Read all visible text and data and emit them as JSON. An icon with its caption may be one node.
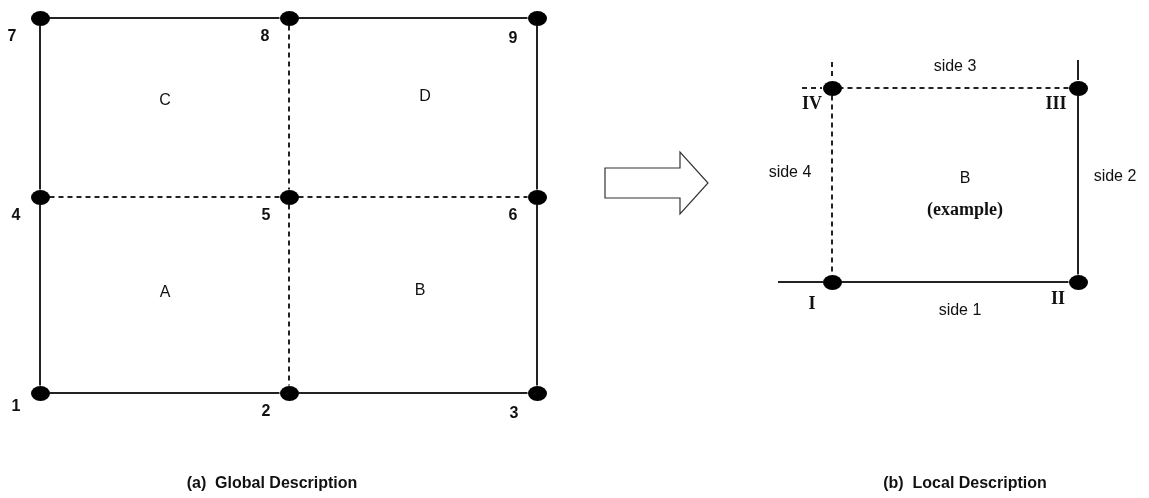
{
  "diagram": {
    "nodes": [
      {
        "text": [],
        "shape": "circle",
        "beside": [
          "7"
        ]
      },
      {
        "text": [],
        "shape": "circle",
        "beside": [
          "8"
        ]
      },
      {
        "text": [],
        "shape": "circle",
        "beside": [
          "9"
        ]
      },
      {
        "text": [],
        "shape": "circle",
        "beside": [
          "4"
        ]
      },
      {
        "text": [],
        "shape": "circle",
        "beside": [
          "5"
        ]
      },
      {
        "text": [],
        "shape": "circle",
        "beside": [
          "6"
        ]
      },
      {
        "text": [],
        "shape": "circle",
        "beside": [
          "1"
        ]
      },
      {
        "text": [],
        "shape": "circle",
        "beside": [
          "2"
        ]
      },
      {
        "text": [],
        "shape": "circle",
        "beside": [
          "3"
        ]
      },
      {
        "text": [],
        "shape": "circle",
        "beside": [
          "IV"
        ]
      },
      {
        "text": [],
        "shape": "circle",
        "beside": [
          "III"
        ]
      },
      {
        "text": [],
        "shape": "circle",
        "beside": [
          "I"
        ]
      },
      {
        "text": [],
        "shape": "circle",
        "beside": [
          "II"
        ]
      }
    ],
    "edges": [
      {
        "from": 0,
        "to": 1,
        "arrow": "none"
      },
      {
        "from": 1,
        "to": 2,
        "arrow": "none"
      },
      {
        "from": 0,
        "to": 3,
        "arrow": "none"
      },
      {
        "from": 3,
        "to": 6,
        "arrow": "none"
      },
      {
        "from": 2,
        "to": 5,
        "arrow": "none"
      },
      {
        "from": 5,
        "to": 8,
        "arrow": "none"
      },
      {
        "from": 6,
        "to": 7,
        "arrow": "none"
      },
      {
        "from": 7,
        "to": 8,
        "arrow": "none"
      },
      {
        "from": 1,
        "to": 4,
        "arrow": "none",
        "style": "dashed"
      },
      {
        "from": 4,
        "to": 7,
        "arrow": "none",
        "style": "dashed"
      },
      {
        "from": 3,
        "to": 4,
        "arrow": "none",
        "style": "dashed"
      },
      {
        "from": 4,
        "to": 5,
        "arrow": "none",
        "style": "dashed"
      },
      {
        "from": 11,
        "to": 12,
        "arrow": "none",
        "label": "side 1"
      },
      {
        "from": 12,
        "to": 10,
        "arrow": "none",
        "label": "side 2"
      },
      {
        "from": 10,
        "to": 9,
        "arrow": "none",
        "style": "dashed",
        "label": "side 3"
      },
      {
        "from": 9,
        "to": 11,
        "arrow": "none",
        "style": "dashed",
        "label": "side 4"
      }
    ],
    "labels": [
      "C",
      "D",
      "A",
      "B",
      "(a)  Global Description",
      "B",
      "(example)",
      "(b)  Local Description"
    ]
  }
}
